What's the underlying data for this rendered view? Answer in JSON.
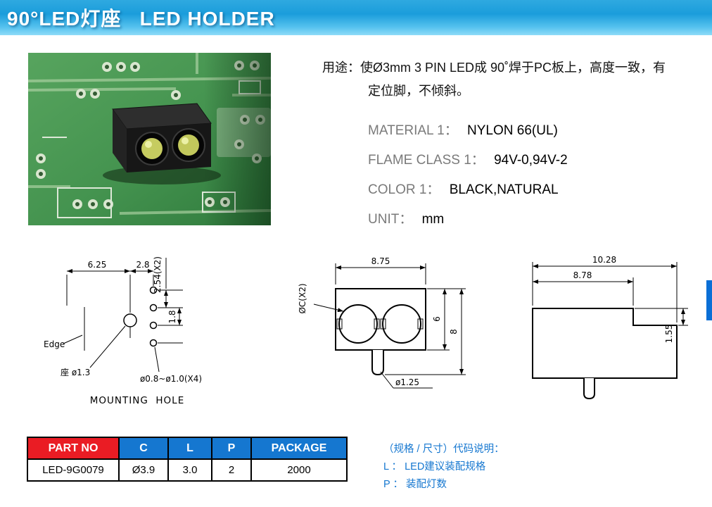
{
  "header": {
    "title": "90°LED灯座   LED HOLDER"
  },
  "usage": {
    "line1": "用途：使Ø3mm 3 PIN LED成 90˚焊于PC板上，高度一致，有",
    "line2": "定位脚，不倾斜。"
  },
  "specs": [
    {
      "label": "MATERIAL 1：",
      "value": "NYLON 66(UL)"
    },
    {
      "label": "FLAME CLASS 1：",
      "value": "94V-0,94V-2"
    },
    {
      "label": "COLOR 1：",
      "value": "BLACK,NATURAL"
    },
    {
      "label": "UNIT：",
      "value": "mm"
    }
  ],
  "drawings": {
    "mounting": {
      "d625": "6.25",
      "d28": "2.8",
      "d254": "2.54(X2)",
      "d18": "1.8",
      "edge": "Edge",
      "seat": "座 ø1.3",
      "holes": "ø0.8~ø1.0(X4)",
      "caption": "MOUNTING  HOLE"
    },
    "front": {
      "width": "8.75",
      "dia_c": "ØC(X2)",
      "h6": "6",
      "h8": "8",
      "peg": "ø1.25"
    },
    "side": {
      "w1028": "10.28",
      "w878": "8.78",
      "lip": "1.55"
    }
  },
  "table": {
    "headers": [
      "PART NO",
      "C",
      "L",
      "P",
      "PACKAGE"
    ],
    "row": [
      "LED-9G0079",
      "Ø3.9",
      "3.0",
      "2",
      "2000"
    ]
  },
  "notes": {
    "title": "（规格 / 尺寸）代码说明：",
    "line1": "L ： LED建议装配规格",
    "line2": "P ： 装配灯数"
  },
  "colors": {
    "header_gradient_top": "#2fa9e0",
    "header_gradient_bottom": "#8fdcf8",
    "table_header_blue": "#1577d0",
    "table_header_red": "#ea1c24",
    "notes_blue": "#1577d0",
    "scroll_indicator_blue": "#0a6fd6"
  }
}
